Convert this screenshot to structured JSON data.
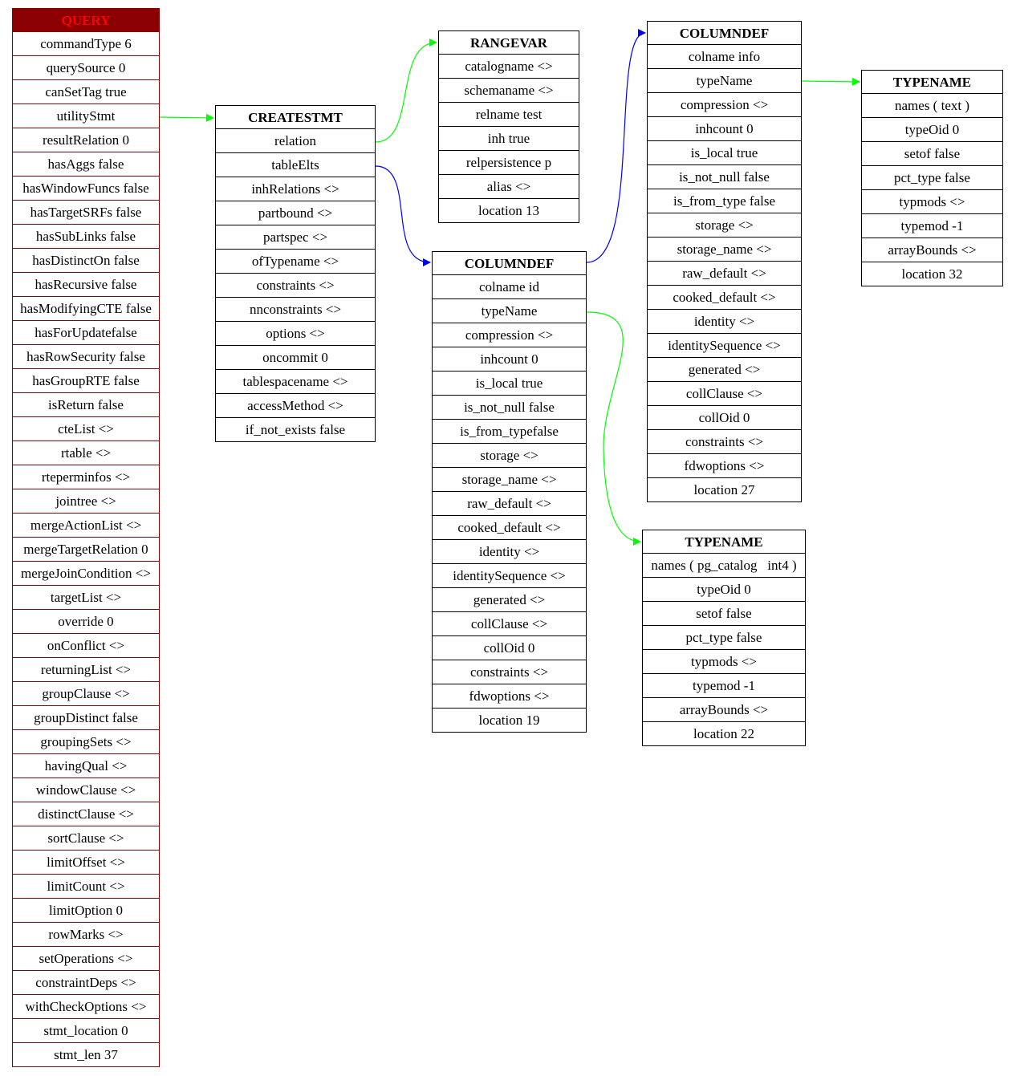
{
  "nodes": {
    "query": {
      "header": "QUERY",
      "rows": [
        "commandType 6",
        "querySource 0",
        "canSetTag true",
        "utilityStmt",
        "resultRelation 0",
        "hasAggs false",
        "hasWindowFuncs false",
        "hasTargetSRFs false",
        "hasSubLinks false",
        "hasDistinctOn false",
        "hasRecursive false",
        "hasModifyingCTE false",
        "hasForUpdatefalse",
        "hasRowSecurity false",
        "hasGroupRTE false",
        "isReturn false",
        "cteList <>",
        "rtable <>",
        "rteperminfos <>",
        "jointree <>",
        "mergeActionList <>",
        "mergeTargetRelation 0",
        "mergeJoinCondition <>",
        "targetList <>",
        "override 0",
        "onConflict <>",
        "returningList <>",
        "groupClause <>",
        "groupDistinct false",
        "groupingSets <>",
        "havingQual <>",
        "windowClause <>",
        "distinctClause <>",
        "sortClause <>",
        "limitOffset <>",
        "limitCount <>",
        "limitOption 0",
        "rowMarks <>",
        "setOperations <>",
        "constraintDeps <>",
        "withCheckOptions <>",
        "stmt_location 0",
        "stmt_len 37"
      ]
    },
    "createstmt": {
      "header": "CREATESTMT",
      "rows": [
        "relation",
        "tableElts",
        "inhRelations <>",
        "partbound <>",
        "partspec <>",
        "ofTypename <>",
        "constraints <>",
        "nnconstraints <>",
        "options <>",
        "oncommit 0",
        "tablespacename <>",
        "accessMethod <>",
        "if_not_exists false"
      ]
    },
    "rangevar": {
      "header": "RANGEVAR",
      "rows": [
        "catalogname <>",
        "schemaname <>",
        "relname test",
        "inh true",
        "relpersistence p",
        "alias <>",
        "location 13"
      ]
    },
    "columndef1": {
      "header": "COLUMNDEF",
      "rows": [
        "colname id",
        "typeName",
        "compression <>",
        "inhcount 0",
        "is_local true",
        "is_not_null false",
        "is_from_typefalse",
        "storage <>",
        "storage_name <>",
        "raw_default <>",
        "cooked_default <>",
        "identity <>",
        "identitySequence <>",
        "generated <>",
        "collClause <>",
        "collOid 0",
        "constraints <>",
        "fdwoptions <>",
        "location 19"
      ]
    },
    "columndef2": {
      "header": "COLUMNDEF",
      "rows": [
        "colname info",
        "typeName",
        "compression <>",
        "inhcount 0",
        "is_local true",
        "is_not_null false",
        "is_from_type false",
        "storage <>",
        "storage_name <>",
        "raw_default <>",
        "cooked_default <>",
        "identity <>",
        "identitySequence <>",
        "generated <>",
        "collClause <>",
        "collOid 0",
        "constraints <>",
        "fdwoptions <>",
        "location 27"
      ]
    },
    "typename1": {
      "header": "TYPENAME",
      "rows": [
        "names ( pg_catalog   int4 )",
        "typeOid 0",
        "setof false",
        "pct_type false",
        "typmods <>",
        "typemod -1",
        "arrayBounds <>",
        "location 22"
      ]
    },
    "typename2": {
      "header": "TYPENAME",
      "rows": [
        "names ( text )",
        "typeOid 0",
        "setof false",
        "pct_type false",
        "typmods <>",
        "typemod -1",
        "arrayBounds <>",
        "location 32"
      ]
    }
  },
  "edges": [
    {
      "from": "query.utilityStmt",
      "to": "createstmt",
      "color": "#00ff00"
    },
    {
      "from": "createstmt.relation",
      "to": "rangevar",
      "color": "#00ff00"
    },
    {
      "from": "createstmt.tableElts",
      "to": "columndef1",
      "color": "#0000ff"
    },
    {
      "from": "columndef1",
      "to": "columndef2",
      "color": "#0000ff"
    },
    {
      "from": "columndef1.typeName",
      "to": "typename1",
      "color": "#00ff00"
    },
    {
      "from": "columndef2.typeName",
      "to": "typename2",
      "color": "#00ff00"
    }
  ],
  "colors": {
    "query_header_bg": "#8b0000",
    "query_header_text": "#ff0000",
    "query_border": "#8b0000",
    "green_edge": "#00ff00",
    "blue_edge": "#0000ff"
  }
}
